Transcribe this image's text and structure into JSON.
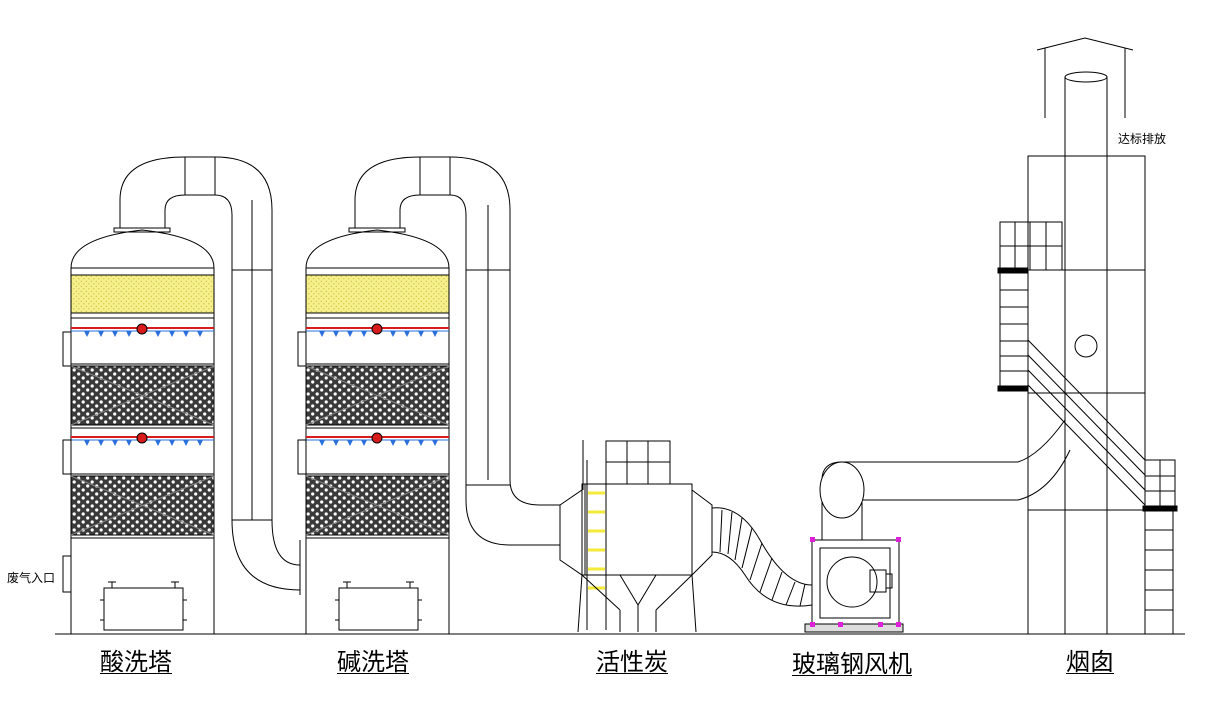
{
  "labels": {
    "acid_tower": "酸洗塔",
    "alkali_tower": "碱洗塔",
    "activated_carbon": "活性炭",
    "frp_fan": "玻璃钢风机",
    "chimney": "烟囱",
    "gas_inlet": "废气入口",
    "standard_discharge": "达标排放"
  },
  "colors": {
    "line": "#000000",
    "packing_yellow": "#f6f08c",
    "spray_red": "#d81b1b",
    "nozzle_blue": "#2a6fdb",
    "ladder_yellow": "#f3ea3a",
    "fan_magenta": "#e01fd8"
  }
}
